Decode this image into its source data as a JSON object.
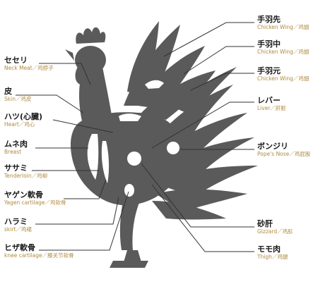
{
  "colors": {
    "silhouette": "#5a5a5a",
    "highlight": "#ffffff",
    "line": "#333333",
    "jp_text": "#1a1a1a",
    "en_text": "#b08a3e"
  },
  "labels": {
    "left": [
      {
        "id": "neck",
        "jp": "セセリ",
        "en": "Neck Meat／鸡脖子"
      },
      {
        "id": "skin",
        "jp": "皮",
        "en": "Skin／鸡皮"
      },
      {
        "id": "heart",
        "jp": "ハツ(心臓)",
        "en": "Heart／鸡心"
      },
      {
        "id": "breast",
        "jp": "ムネ肉",
        "en": "Breast"
      },
      {
        "id": "tenderloin",
        "jp": "ササミ",
        "en": "Tenderloin／鸡柳"
      },
      {
        "id": "yagen",
        "jp": "ヤゲン軟骨",
        "en": "Yagen cartilage／鸡软骨"
      },
      {
        "id": "skirt",
        "jp": "ハラミ",
        "en": "skirt／鸡裙"
      },
      {
        "id": "knee",
        "jp": "ヒザ軟骨",
        "en": "knee cartilage／膝关节软骨"
      }
    ],
    "right": [
      {
        "id": "wingtip",
        "jp": "手羽先",
        "en": "Chicken Wing／鸡翅"
      },
      {
        "id": "wingmid",
        "jp": "手羽中",
        "en": "Chicken Wing／鸡翅"
      },
      {
        "id": "wingbase",
        "jp": "手羽元",
        "en": "Chicken Wing／鸡翅"
      },
      {
        "id": "liver",
        "jp": "レバー",
        "en": "Liver／肝脏"
      },
      {
        "id": "bonjiri",
        "jp": "ボンジリ",
        "en": "Pope's Nose／鸡屁股"
      },
      {
        "id": "gizzard",
        "jp": "砂肝",
        "en": "Gizzard／鸡胗"
      },
      {
        "id": "thigh",
        "jp": "モモ肉",
        "en": "Thigh／鸡腿"
      }
    ]
  }
}
